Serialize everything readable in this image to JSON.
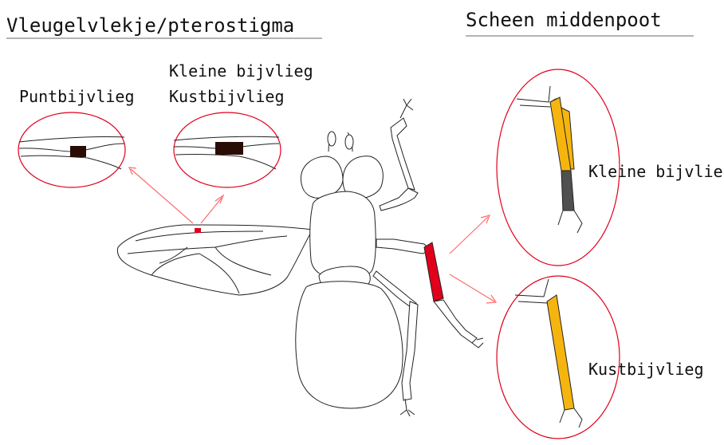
{
  "headings": {
    "left": "Vleugelvlekje/pterostigma",
    "right": "Scheen middenpoot"
  },
  "labels": {
    "pt_left": "Puntbijvlieg",
    "pt_right_line1": "Kleine bijvlieg",
    "pt_right_line2": "Kustbijvlieg",
    "leg_top": "Kleine bijvlieg",
    "leg_bottom": "Kustbijvlieg"
  },
  "colors": {
    "highlight": "#e0001b",
    "callout": "#ff6b6b",
    "stigma": "#2a0c06",
    "tibia": "#f6b50e",
    "tibia_dark": "#505050",
    "outline": "#222222"
  }
}
